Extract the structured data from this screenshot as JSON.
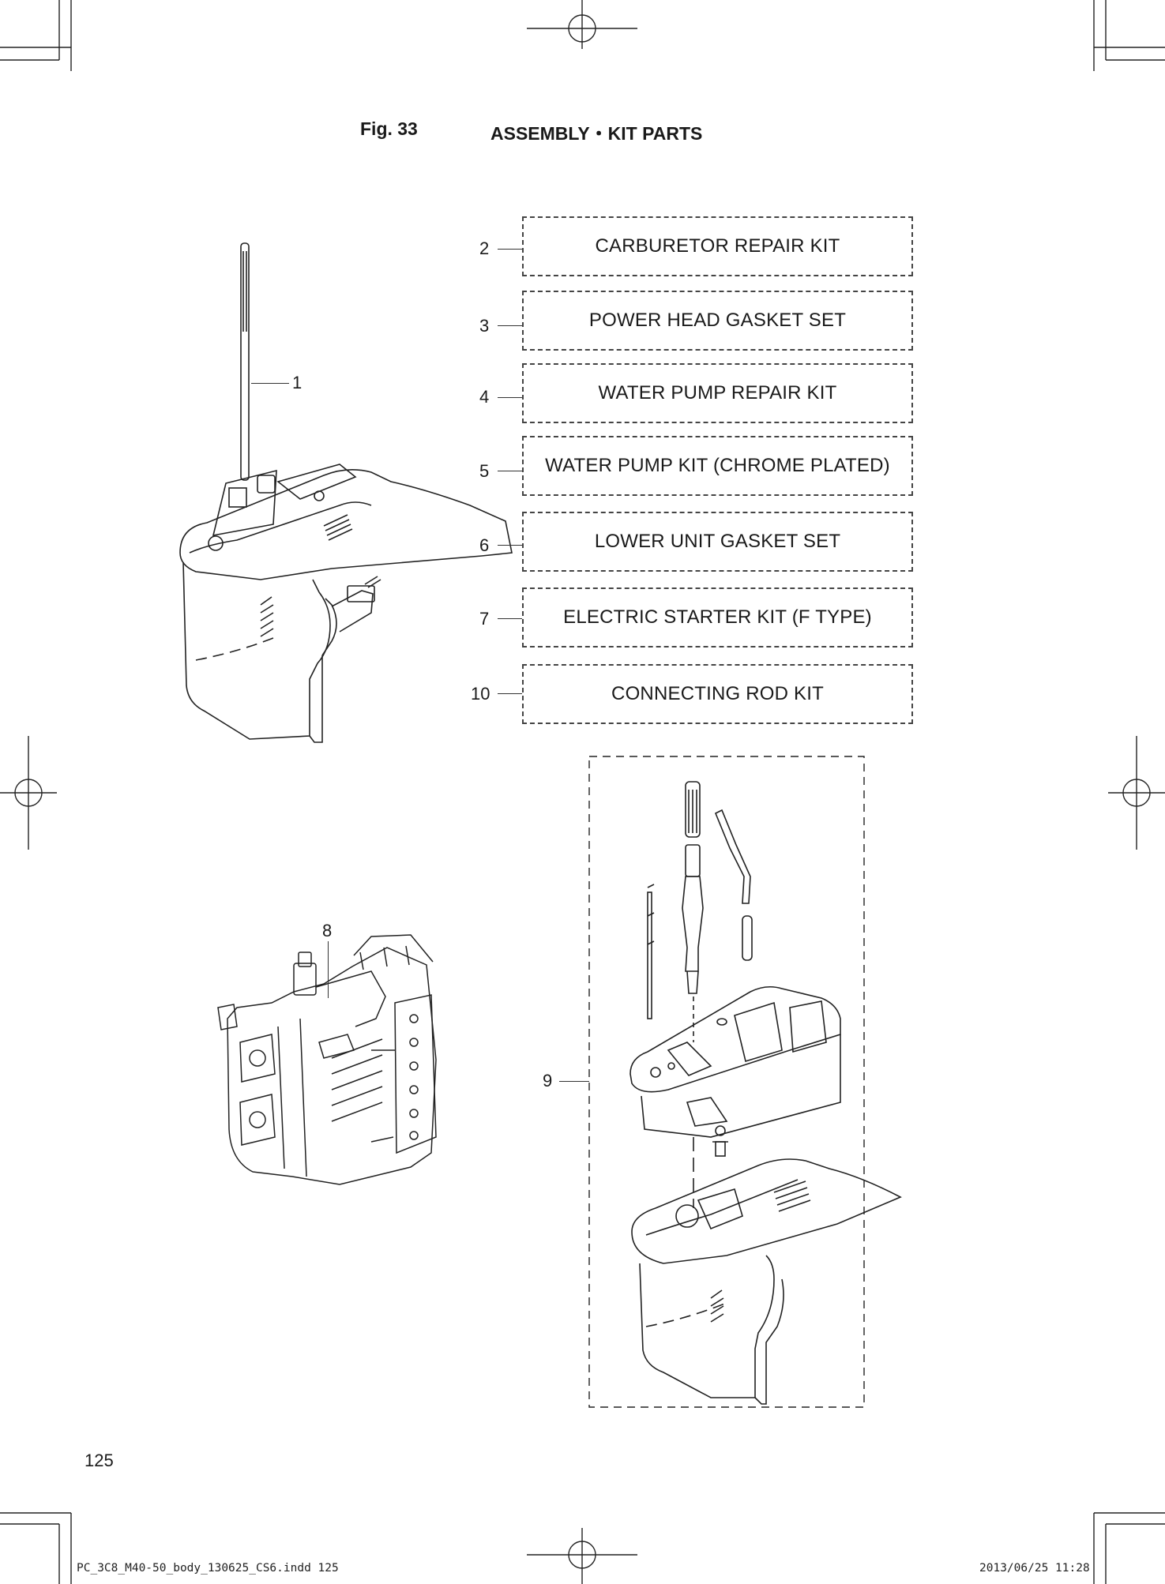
{
  "figure": {
    "number": "Fig. 33",
    "title": "ASSEMBLY・KIT PARTS"
  },
  "kits": [
    {
      "ref": "2",
      "label": "CARBURETOR REPAIR KIT"
    },
    {
      "ref": "3",
      "label": "POWER HEAD GASKET SET"
    },
    {
      "ref": "4",
      "label": "WATER PUMP REPAIR KIT"
    },
    {
      "ref": "5",
      "label": "WATER PUMP KIT (CHROME PLATED)"
    },
    {
      "ref": "6",
      "label": "LOWER UNIT GASKET SET"
    },
    {
      "ref": "7",
      "label": "ELECTRIC STARTER KIT (F TYPE)"
    },
    {
      "ref": "10",
      "label": "CONNECTING ROD KIT"
    }
  ],
  "callouts": {
    "lower_unit": "1",
    "power_head": "8",
    "upper_casing": "9"
  },
  "page_number": "125",
  "footer": {
    "file": "PC_3C8_M40-50_body_130625_CS6.indd  125",
    "timestamp": "2013/06/25  11:28"
  }
}
